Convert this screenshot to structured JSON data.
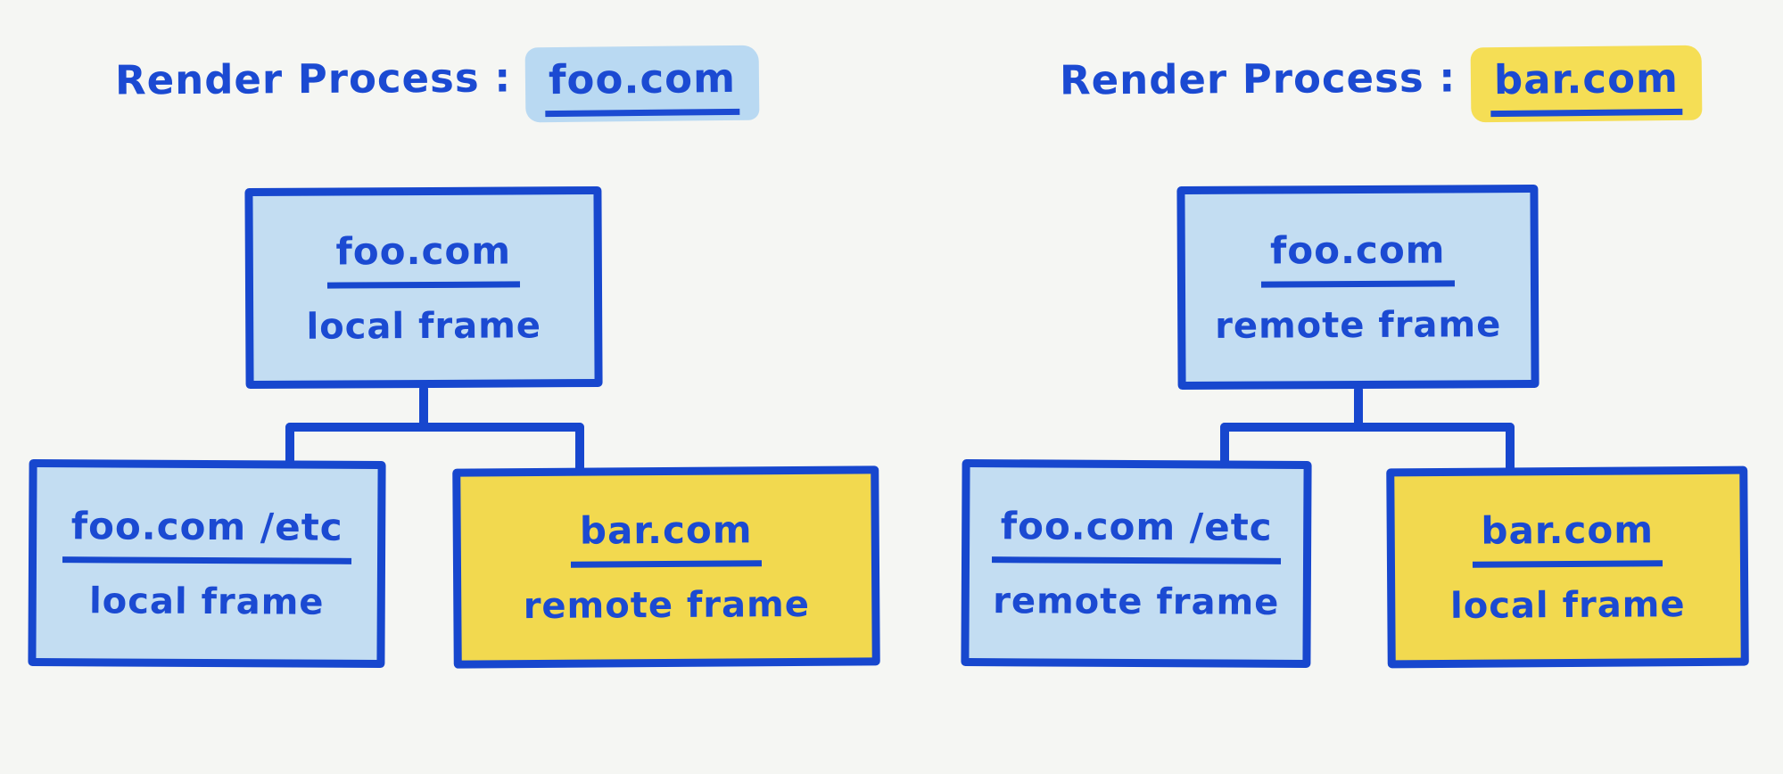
{
  "colors": {
    "background": "#f5f6f3",
    "ink_blue": "#1b4ad2",
    "border_blue": "#1747ce",
    "light_blue_fill": "#c3ddf2",
    "yellow_fill": "#f2d94f",
    "highlight_blue": "#b9d9f2",
    "highlight_yellow": "#f5de55"
  },
  "processes": [
    {
      "title_prefix": "Render Process :",
      "domain": "foo.com",
      "highlight_color": "#b9d9f2",
      "root": {
        "domain": "foo.com",
        "kind": "local frame",
        "fill": "#c3ddf2"
      },
      "children": [
        {
          "domain": "foo.com /etc",
          "kind": "local frame",
          "fill": "#c3ddf2"
        },
        {
          "domain": "bar.com",
          "kind": "remote frame",
          "fill": "#f2d94f"
        }
      ]
    },
    {
      "title_prefix": "Render Process :",
      "domain": "bar.com",
      "highlight_color": "#f5de55",
      "root": {
        "domain": "foo.com",
        "kind": "remote frame",
        "fill": "#c3ddf2"
      },
      "children": [
        {
          "domain": "foo.com /etc",
          "kind": "remote frame",
          "fill": "#c3ddf2"
        },
        {
          "domain": "bar.com",
          "kind": "local frame",
          "fill": "#f2d94f"
        }
      ]
    }
  ]
}
